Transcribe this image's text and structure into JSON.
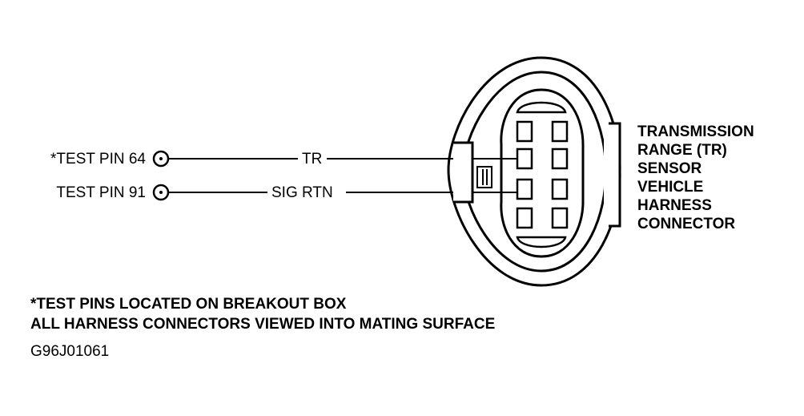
{
  "pins": [
    {
      "label": "*TEST PIN 64",
      "wire": "TR"
    },
    {
      "label": "TEST PIN 91",
      "wire": "SIG RTN"
    }
  ],
  "connector_label": [
    "TRANSMISSION",
    "RANGE (TR)",
    "SENSOR",
    "VEHICLE",
    "HARNESS",
    "CONNECTOR"
  ],
  "notes": [
    "*TEST PINS LOCATED ON BREAKOUT BOX",
    "ALL HARNESS CONNECTORS VIEWED INTO MATING SURFACE"
  ],
  "figure_code": "G96J01061"
}
